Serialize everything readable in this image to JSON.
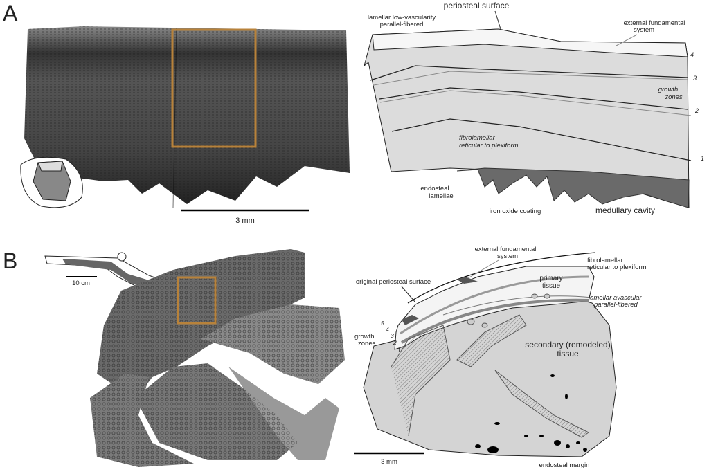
{
  "panels": {
    "a": {
      "label": "A",
      "scale_bar": "3 mm",
      "labels": {
        "periosteal_surface": "periosteal surface",
        "lamellar_1": "lamellar low-vascularity",
        "lamellar_2": "parallel-fibered",
        "efs_1": "external fundamental",
        "efs_2": "system",
        "growth_1": "growth",
        "growth_2": "zones",
        "fibro_1": "fibrolamellar",
        "fibro_2": "reticular to plexiform",
        "endosteal_1": "endosteal",
        "endosteal_2": "lamellae",
        "iron": "iron oxide coating",
        "medullary": "medullary cavity",
        "lines": [
          "4",
          "3",
          "2",
          "1"
        ]
      }
    },
    "b": {
      "label": "B",
      "scale_bar": "3 mm",
      "inset_scale": "10 cm",
      "labels": {
        "efs_1": "external fundamental",
        "efs_2": "system",
        "fibro_1": "fibrolamellar",
        "fibro_2": "reticular to plexiform",
        "original_surface": "original periosteal surface",
        "primary_1": "primary",
        "primary_2": "tissue",
        "lamellar_1": "lamellar avascular",
        "lamellar_2": "parallel-fibered",
        "growth_1": "growth",
        "growth_2": "zones",
        "secondary_1": "secondary (remodeled)",
        "secondary_2": "tissue",
        "endosteal_margin": "endosteal margin",
        "lines": [
          "5",
          "4",
          "3",
          "2",
          "1"
        ]
      }
    }
  }
}
